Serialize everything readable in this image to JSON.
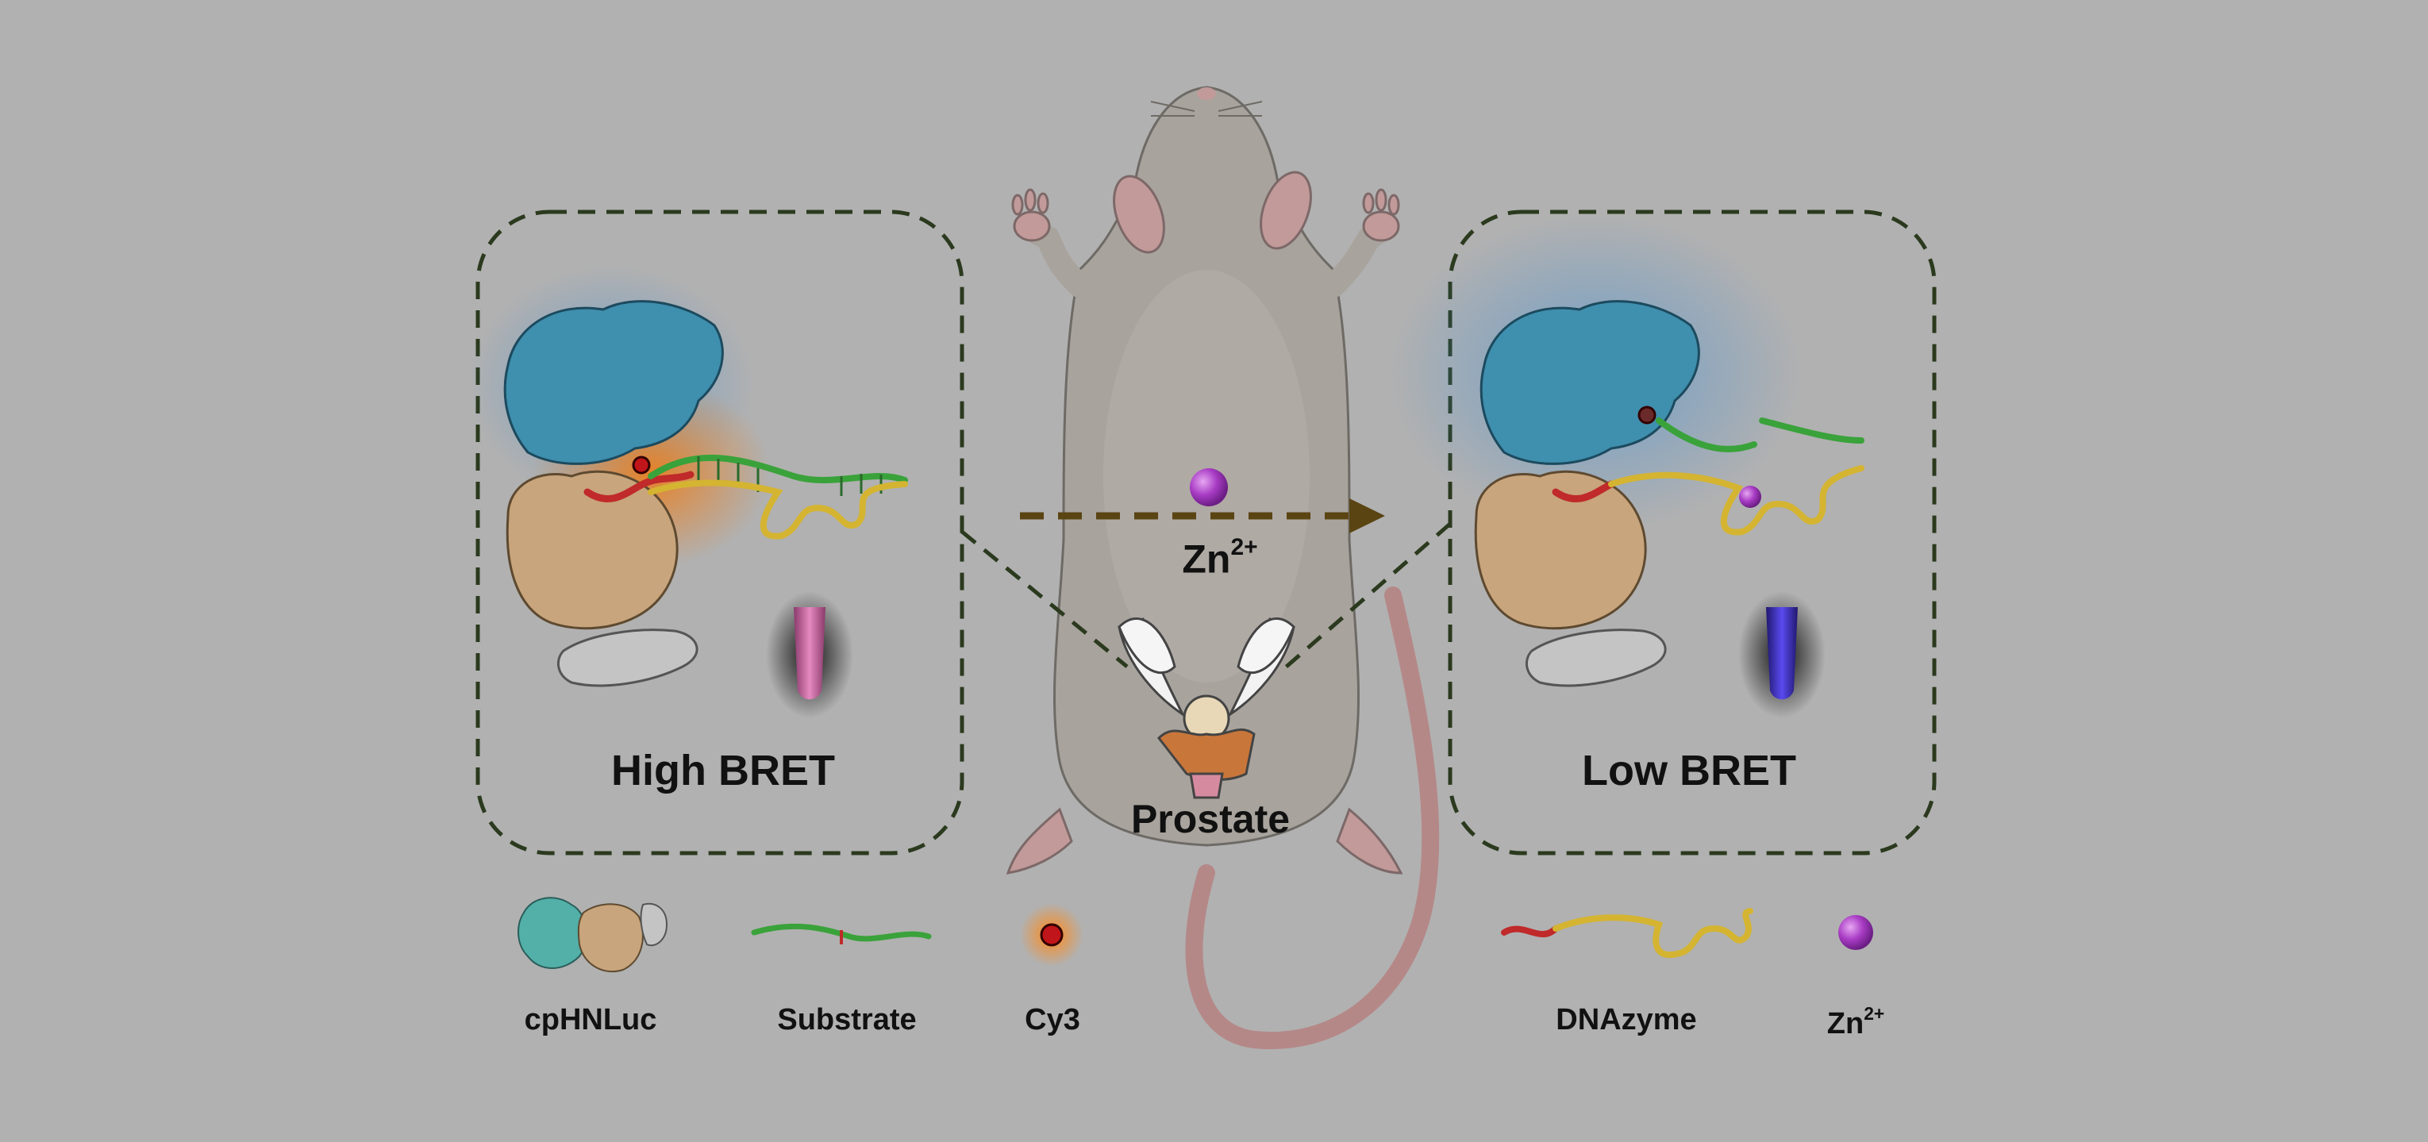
{
  "panels": {
    "left": {
      "label": "High BRET"
    },
    "right": {
      "label": "Low BRET"
    }
  },
  "arrow": {
    "ion_label": "Zn",
    "ion_charge": "2+"
  },
  "mouse": {
    "organ_label": "Prostate"
  },
  "legend": {
    "items": [
      {
        "label": "cpHNLuc"
      },
      {
        "label": "Substrate"
      },
      {
        "label": "Cy3"
      },
      {
        "label": "DNAzyme"
      },
      {
        "label": "Zn",
        "charge": "2+"
      }
    ]
  },
  "colors": {
    "background": "#b1b1b1",
    "dashed_border": "#2b3a1e",
    "arrow": "#5a4412",
    "luciferase_blue": "#3f8fae",
    "luciferase_tan": "#c8a57c",
    "luciferase_gray": "#c4c4c4",
    "substrate_green": "#3aa23a",
    "dnazyme_yellow": "#d4b431",
    "dnazyme_red": "#c02a2a",
    "zinc_purple": "#9f32b8",
    "cy3_orange": "#e05a10",
    "tube_pink": "#d06aa8",
    "tube_blue": "#3b2fd0",
    "mouse_body": "#a8a39d"
  }
}
